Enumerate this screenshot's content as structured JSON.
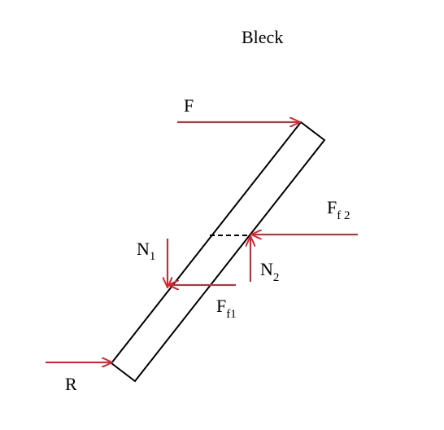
{
  "title": "Bleck",
  "labels": {
    "F": {
      "main": "F",
      "sub": ""
    },
    "R": {
      "main": "R",
      "sub": ""
    },
    "N1": {
      "main": "N",
      "sub": "1"
    },
    "N2": {
      "main": "N",
      "sub": "2"
    },
    "Ff1": {
      "main": "F",
      "sub": "f1"
    },
    "Ff2": {
      "main": "F",
      "sub": "f 2"
    }
  },
  "colors": {
    "arrow": "#d9262e",
    "outline": "#000000",
    "background": "#ffffff"
  }
}
